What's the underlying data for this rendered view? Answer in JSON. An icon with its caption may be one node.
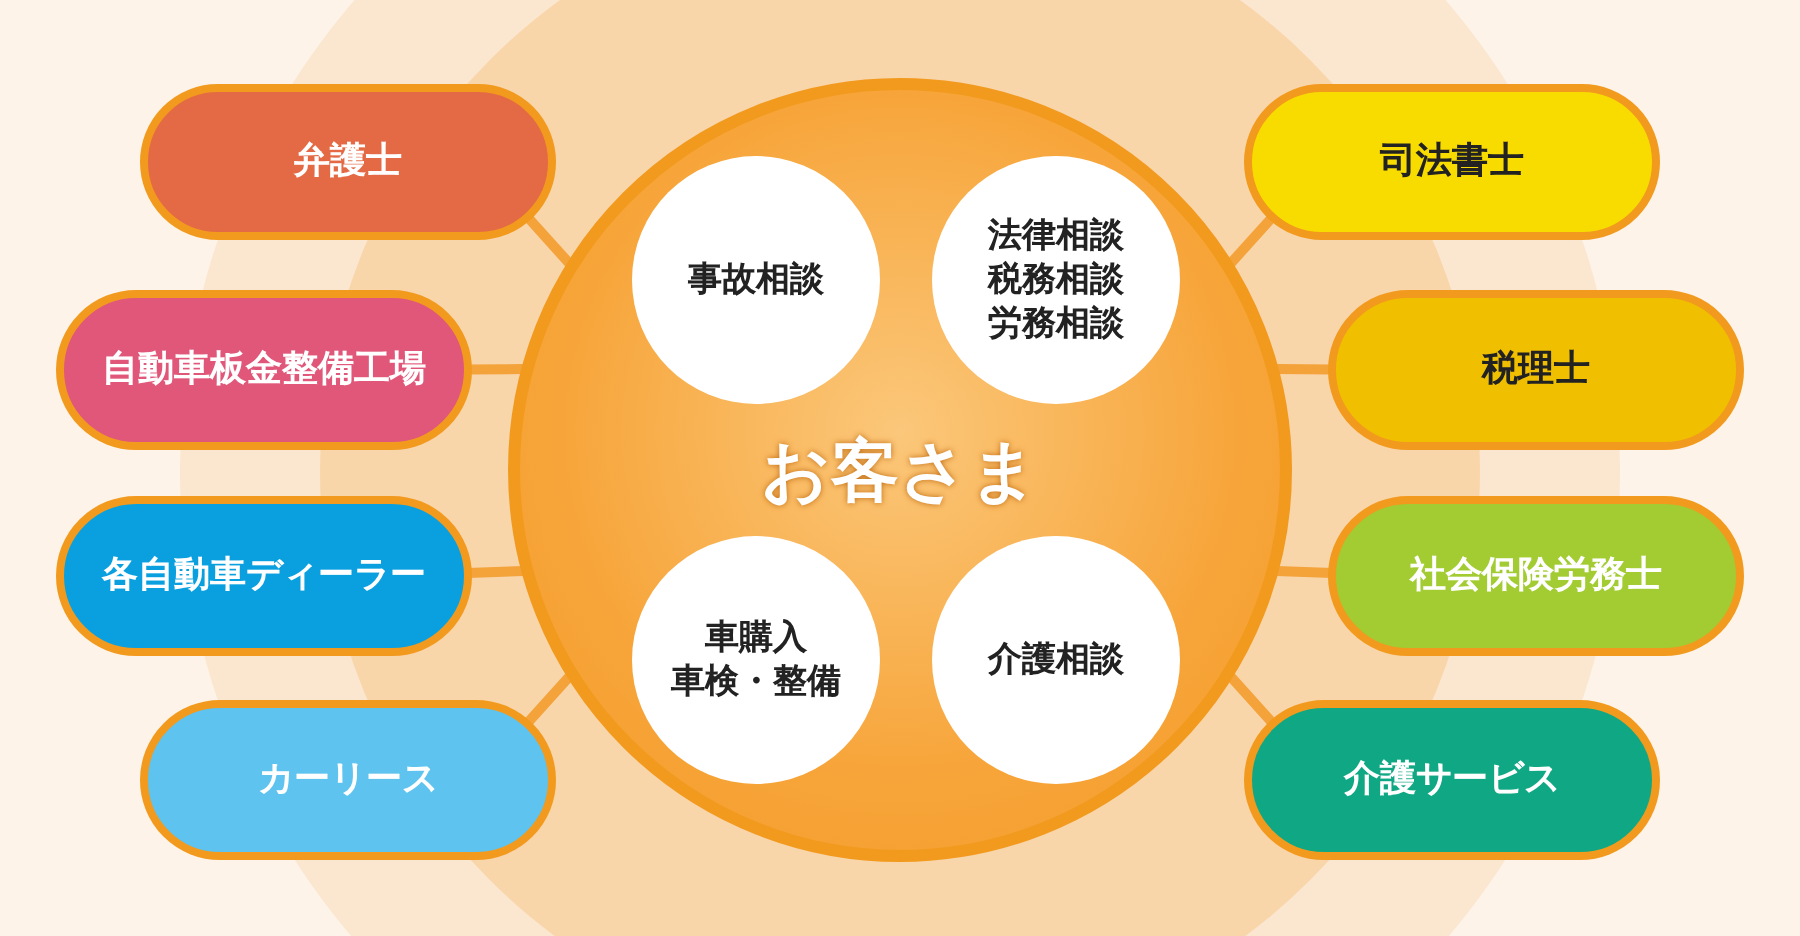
{
  "diagram": {
    "nodes": [
      {
        "text": [
          "お客さま"
        ]
      },
      {
        "text": [
          "事故相談"
        ],
        "in": 0
      },
      {
        "text": [
          "法律相談",
          "税務相談",
          "労務相談"
        ],
        "in": 0
      },
      {
        "text": [
          "車購入",
          "車検・整備"
        ],
        "in": 0
      },
      {
        "text": [
          "介護相談"
        ],
        "in": 0
      },
      {
        "text": [
          "弁護士"
        ]
      },
      {
        "text": [
          "自動車板金整備工場"
        ]
      },
      {
        "text": [
          "各自動車ディーラー"
        ]
      },
      {
        "text": [
          "カーリース"
        ]
      },
      {
        "text": [
          "司法書士"
        ]
      },
      {
        "text": [
          "税理士"
        ]
      },
      {
        "text": [
          "社会保険労務士"
        ]
      },
      {
        "text": [
          "介護サービス"
        ]
      }
    ],
    "edges": [
      {
        "from": 0,
        "to": 5,
        "arrow": "none"
      },
      {
        "from": 0,
        "to": 6,
        "arrow": "none"
      },
      {
        "from": 0,
        "to": 7,
        "arrow": "none"
      },
      {
        "from": 0,
        "to": 8,
        "arrow": "none"
      },
      {
        "from": 0,
        "to": 9,
        "arrow": "none"
      },
      {
        "from": 0,
        "to": 10,
        "arrow": "none"
      },
      {
        "from": 0,
        "to": 11,
        "arrow": "none"
      },
      {
        "from": 0,
        "to": 12,
        "arrow": "none"
      }
    ]
  }
}
